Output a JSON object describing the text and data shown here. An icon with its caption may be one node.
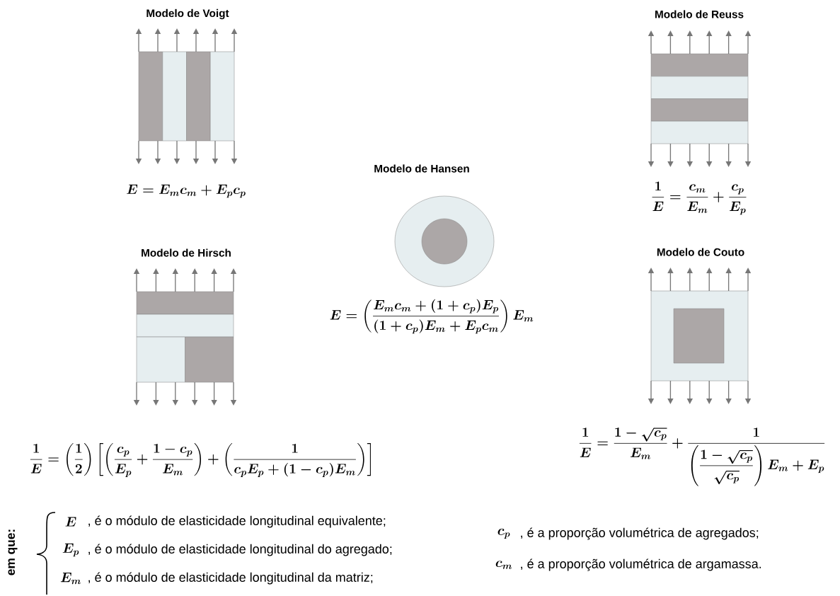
{
  "diagram": {
    "nodes": [
      {
        "text": [
          "Modelo de Voigt"
        ]
      },
      {
        "text": [
          "Modelo de Reuss"
        ]
      },
      {
        "text": [
          "Modelo de Hansen"
        ]
      },
      {
        "text": [
          "Modelo de Hirsch"
        ]
      },
      {
        "text": [
          "Modelo de Couto"
        ]
      }
    ],
    "labels": [
      "E = E_m c_m + E_p c_p",
      "\\frac{1}{E} = \\frac{c_m}{E_m} + \\frac{c_p}{E_p}",
      "E = \\left(\\frac{E_m c_m + (1+c_p)E_p}{(1+c_p)E_m + E_p c_m}\\right)E_m",
      "\\frac{1}{E} = \\left(\\frac{1}{2}\\right)\\left[\\left(\\frac{c_p}{E_p} + \\frac{1-c_p}{E_m}\\right) + \\left(\\frac{1}{c_pE_p + (1-c_p)E_m}\\right)\\right]",
      "\\frac{1}{E} = \\frac{1-\\sqrt{c_p}}{E_m} + \\frac{1}{\\left(\\dfrac{1-\\sqrt{c_p}}{\\sqrt{c_p}}\\right)E_m + E_p}",
      "em que:",
      "E",
      ", é o módulo de elasticidade longitudinal equivalente;",
      "E_p",
      ", é o módulo de elasticidade longitudinal do agregado;",
      "E_m",
      ", é o módulo de elasticidade longitudinal da matriz;",
      "c_p",
      ", é a proporção volumétrica de agregados;",
      "c_m",
      ", é a proporção volumétrica de argamassa."
    ]
  }
}
